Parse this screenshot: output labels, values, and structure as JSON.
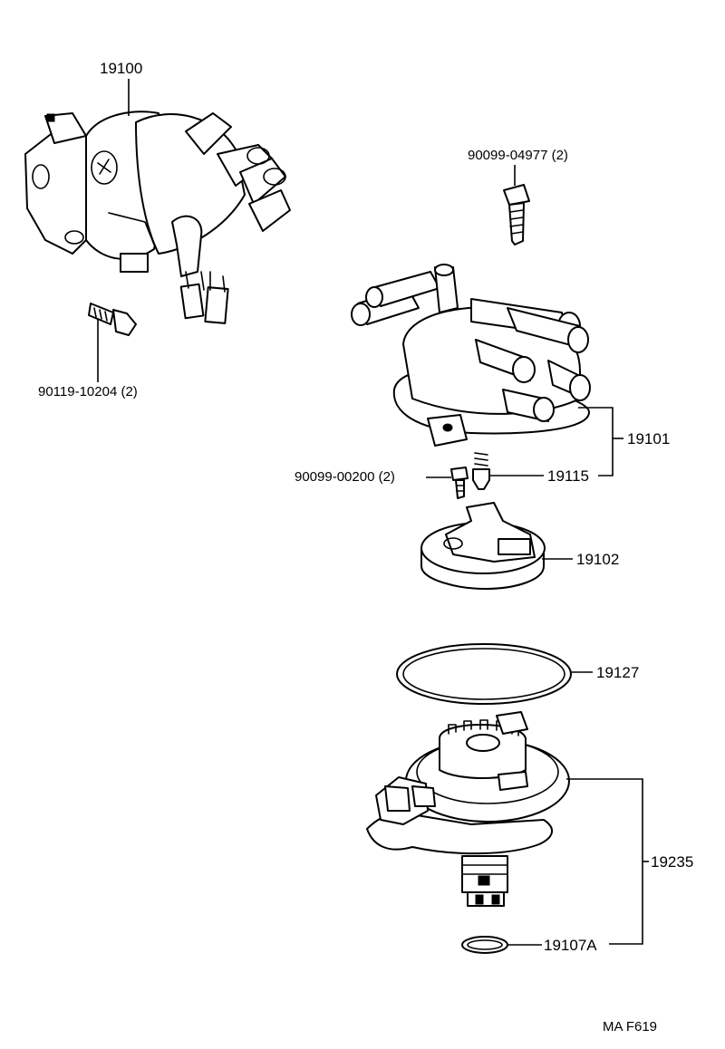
{
  "labels": {
    "distributor_assy": "19100",
    "bolt_distributor": "90119-10204 (2)",
    "screw_cap": "90099-04977 (2)",
    "distributor_cap": "19101",
    "screw_rotor": "90099-00200 (2)",
    "center_contact": "19115",
    "rotor": "19102",
    "gasket": "19127",
    "housing_assy": "19235",
    "o_ring": "19107A"
  },
  "figure_code": "MA F619",
  "colors": {
    "line": "#000000",
    "background": "#ffffff"
  }
}
